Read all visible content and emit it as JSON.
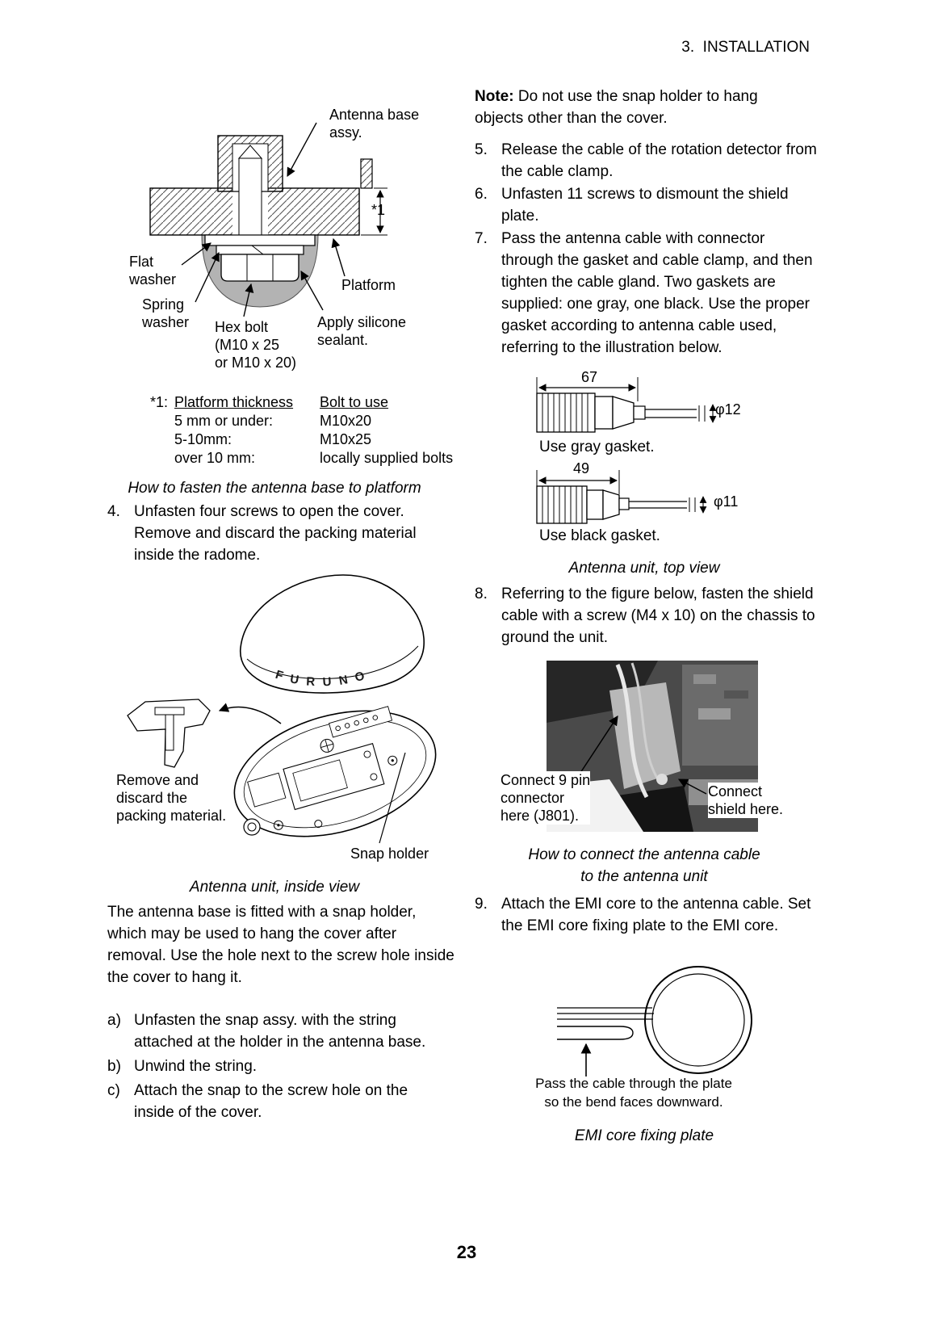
{
  "header": {
    "section": "3.  INSTALLATION"
  },
  "footer": {
    "page_number": "23"
  },
  "left_col": {
    "fig1": {
      "label_antenna_base": "Antenna base\nassy.",
      "label_ref": "*1",
      "label_flat_washer": "Flat\nwasher",
      "label_platform": "Platform",
      "label_spring_washer": "Spring\nwasher",
      "label_hex_bolt": "Hex bolt\n(M10 x 25\nor M10 x 20)",
      "label_sealant": "Apply silicone\nsealant."
    },
    "bolt_table": {
      "ref": "*1:",
      "col1": "Platform thickness",
      "col2": "Bolt to use",
      "rows": [
        {
          "thickness": "5 mm or under:",
          "bolt": "M10x20"
        },
        {
          "thickness": "5-10mm:",
          "bolt": "M10x25"
        },
        {
          "thickness": "over 10 mm:",
          "bolt": "locally supplied bolts"
        }
      ]
    },
    "fig1_caption": "How to fasten the antenna base to platform",
    "step4": {
      "num": "4.",
      "text": "Unfasten four screws to open the cover. Remove and discard the packing material inside the radome."
    },
    "fig2": {
      "brand": "FURUNO",
      "label_remove": "Remove and\ndiscard the\npacking material.",
      "label_snap": "Snap holder"
    },
    "fig2_caption": "Antenna unit, inside view",
    "para": "The antenna base is fitted with a snap holder, which may be used to hang the cover after removal. Use the hole next to the screw hole inside the cover to hang it.",
    "substeps": [
      {
        "num": "a)",
        "text": "Unfasten the snap assy. with the string attached at the holder in the antenna base."
      },
      {
        "num": "b)",
        "text": "Unwind the string."
      },
      {
        "num": "c)",
        "text": "Attach the snap to the screw hole on the inside of the cover."
      }
    ]
  },
  "right_col": {
    "note": {
      "label": "Note:",
      "text": "Do not use the snap holder to hang objects other than the cover."
    },
    "steps": [
      {
        "num": "5.",
        "text": "Release the cable of the rotation detector from the cable clamp."
      },
      {
        "num": "6.",
        "text": "Unfasten 11 screws to dismount the shield plate."
      },
      {
        "num": "7.",
        "text": "Pass the antenna cable with connector through the gasket and cable clamp, and then tighten the cable gland. Two gaskets are supplied: one gray, one black. Use the proper gasket according to antenna cable used, referring to the illustration below."
      }
    ],
    "fig3": {
      "dim_gray": "67",
      "dia_gray": "φ12",
      "caption_gray": "Use gray gasket.",
      "dim_black": "49",
      "dia_black": "φ11",
      "caption_black": "Use black gasket."
    },
    "fig3_caption": "Antenna unit, top view",
    "step8": {
      "num": "8.",
      "text": "Referring to the figure below, fasten the shield cable with a screw (M4 x 10) on the chassis to ground the unit."
    },
    "fig4": {
      "label_connector": "Connect 9 pin\nconnector\nhere (J801).",
      "label_shield": "Connect\nshield here."
    },
    "fig4_caption": "How to connect the antenna cable\nto the antenna unit",
    "step9": {
      "num": "9.",
      "text": "Attach the EMI core to the antenna cable. Set the EMI core fixing plate to the EMI core."
    },
    "fig5": {
      "note": "Pass the cable through the plate\nso the bend faces downward."
    },
    "fig5_caption": "EMI core fixing plate"
  }
}
